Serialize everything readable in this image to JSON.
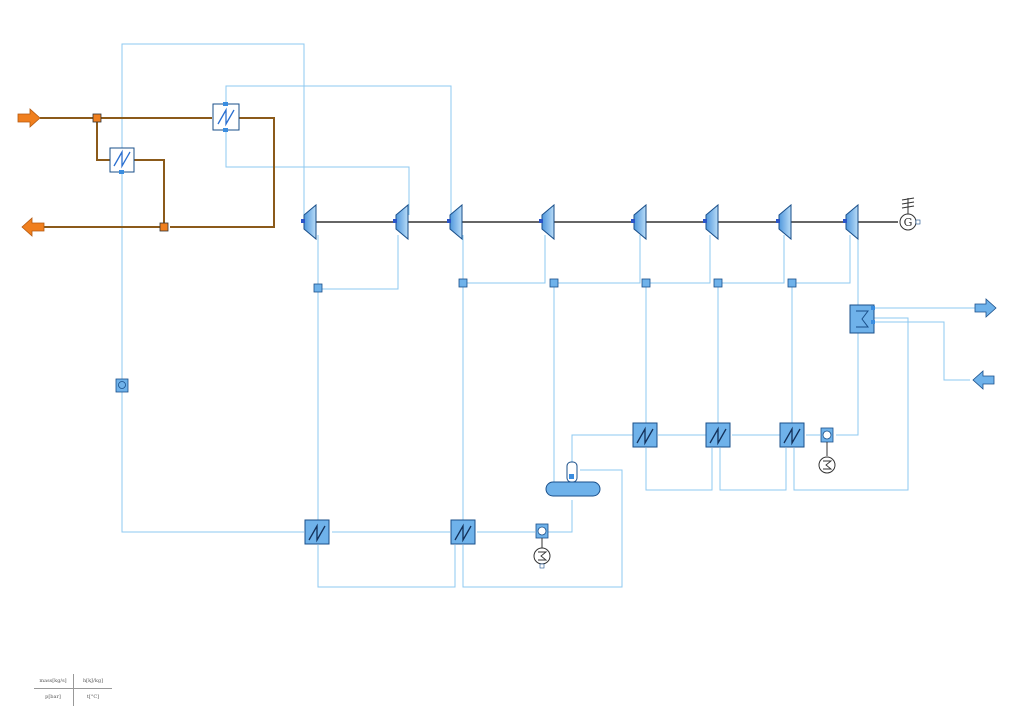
{
  "legend": {
    "mass": "mass[kg/s]",
    "enthalpy": "h[kJ/kg]",
    "pressure": "p[bar]",
    "temperature": "t[°C]"
  },
  "colors": {
    "water_line": "#8ec8f0",
    "flue_line": "#8b5a1a",
    "shaft": "#333333",
    "component_fill": "#6fb2ea",
    "component_stroke": "#1a4f8a",
    "arrow_orange": "#f07f1e",
    "arrow_blue": "#6fb2ea"
  },
  "components": {
    "turbine_count": 8,
    "generator_label": "G"
  }
}
